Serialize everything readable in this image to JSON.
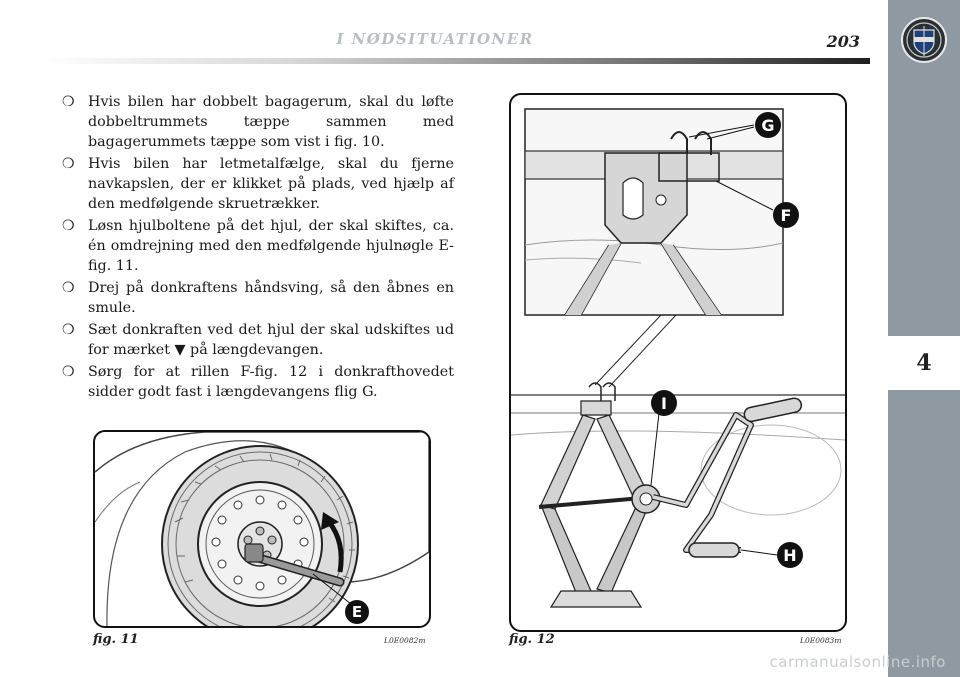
{
  "header": {
    "section_title": "I NØDSITUATIONER",
    "page_number": "203"
  },
  "side_tab": {
    "chapter_number": "4",
    "logo_icon": "lancia-shield-logo"
  },
  "instructions": [
    "Hvis bilen har dobbelt bagagerum, skal du løfte dobbeltrummets tæppe sammen med bagagerummets tæppe som vist i fig. 10.",
    "Hvis bilen har letmetalfælge, skal du fjerne navkapslen, der er klikket på plads, ved hjælp af den medfølgende skruetrækker.",
    "Løsn hjulboltene på det hjul, der skal skiftes, ca. én omdrejning med den medfølgende hjulnøgle E-fig. 11.",
    "Drej på donkraftens håndsving, så den åbnes en smule.",
    "Sæt donkraften ved det hjul der skal udskiftes ud for mærket ▼ på længdevangen.",
    "Sørg for at rillen F-fig. 12 i donkrafthovedet sidder godt fast i længdevangens flig G."
  ],
  "bullet_glyph": "❍",
  "figures": {
    "fig11": {
      "caption": "fig. 11",
      "code": "L0E0082m",
      "callouts": [
        "E"
      ]
    },
    "fig12": {
      "caption": "fig. 12",
      "code": "L0E0083m",
      "callouts": [
        "G",
        "F",
        "I",
        "H"
      ]
    }
  },
  "watermark": "carmanualsonline.info"
}
